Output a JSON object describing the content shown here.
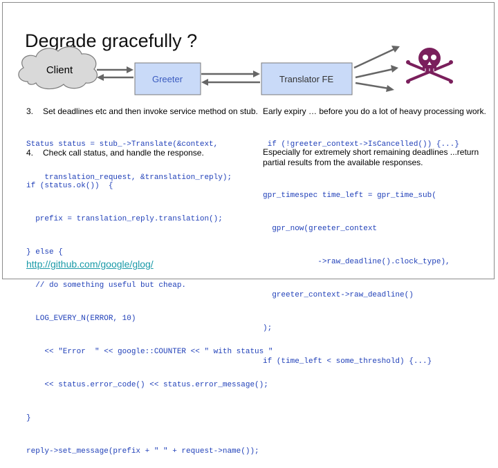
{
  "slide": {
    "title": "Degrade gracefully ?",
    "diagram": {
      "client_label": "Client",
      "greeter_label": "Greeter",
      "translator_label": "Translator FE",
      "skull_icon": "skull-and-crossbones-icon"
    },
    "left": {
      "step3": {
        "number": "3.",
        "text": "Set deadlines etc and then invoke service method on stub.",
        "code": [
          "Status status = stub_->Translate(&context,",
          "    translation_request, &translation_reply);"
        ]
      },
      "step4": {
        "number": "4.",
        "text": "Check call status, and handle the response.",
        "code": [
          "if (status.ok())  {",
          "  prefix = translation_reply.translation();",
          "} else {",
          "  // do something useful but cheap.",
          "  LOG_EVERY_N(ERROR, 10)",
          "    << \"Error  \" << google::COUNTER << \" with status \"",
          "    << status.error_code() << status.error_message();",
          "}",
          "reply->set_message(prefix + \" \" + request->name());"
        ]
      },
      "link": "http://github.com/google/glog/"
    },
    "right": {
      "early": {
        "text": "Early expiry … before you do a lot of heavy processing work.",
        "code": [
          " if (!greeter_context->IsCancelled()) {...}"
        ]
      },
      "short": {
        "text_line1": "Especially for extremely short remaining deadlines ...return",
        "text_line2": "partial results from the available responses.",
        "code": [
          "gpr_timespec time_left = gpr_time_sub(",
          "  gpr_now(greeter_context",
          "            ->raw_deadline().clock_type),",
          "  greeter_context->raw_deadline()",
          ");",
          "if (time_left < some_threshold) {...}"
        ]
      }
    }
  },
  "colors": {
    "code_blue": "#1f3fb8",
    "box_fill": "#c9daf8",
    "cloud_fill": "#d9d9d9",
    "arrow_gray": "#666666",
    "skull_purple": "#7a1f5c",
    "link_teal": "#1a9aa8"
  }
}
